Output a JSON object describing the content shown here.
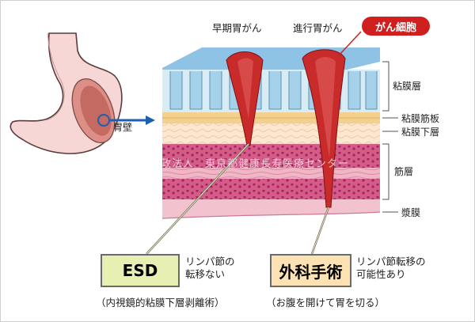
{
  "labels": {
    "early_cancer": "早期胃がん",
    "advanced_cancer": "進行胃がん",
    "cancer_cells": "がん細胞",
    "stomach_wall": "胃壁"
  },
  "layers": [
    "粘膜層",
    "粘膜筋板",
    "粘膜下層",
    "筋層",
    "漿膜"
  ],
  "esd": {
    "title": "ESD",
    "note_line1": "リンパ節の",
    "note_line2": "転移ない",
    "subtitle": "（内視鏡的粘膜下層剥離術）"
  },
  "surgery": {
    "title": "外科手術",
    "note_line1": "リンパ節転移の",
    "note_line2": "可能性あり",
    "subtitle": "（お腹を開けて胃を切る）"
  },
  "watermark": "地方独立行政法人　東京都健康長寿医療センター",
  "colors": {
    "cancer": "#c92a2a",
    "pill": "#cf1f1f",
    "esd_box": "#e7efb2",
    "surgery_box": "#fde3b4",
    "arrow": "#1d5fb0"
  }
}
